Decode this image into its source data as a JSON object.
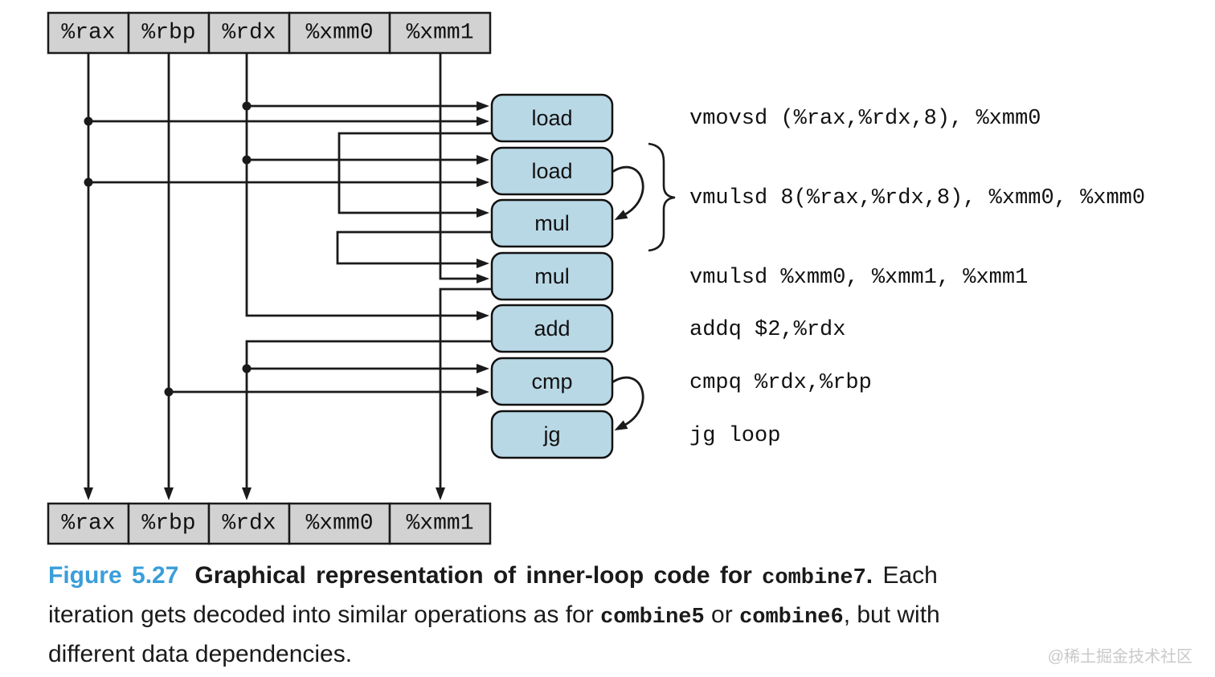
{
  "figure": {
    "top_registers": [
      "%rax",
      "%rbp",
      "%rdx",
      "%xmm0",
      "%xmm1"
    ],
    "bottom_registers": [
      "%rax",
      "%rbp",
      "%rdx",
      "%xmm0",
      "%xmm1"
    ],
    "operations": [
      "load",
      "load",
      "mul",
      "mul",
      "add",
      "cmp",
      "jg"
    ],
    "assembly": [
      "vmovsd (%rax,%rdx,8), %xmm0",
      "vmulsd 8(%rax,%rdx,8), %xmm0, %xmm0",
      "vmulsd %xmm0, %xmm1, %xmm1",
      "addq $2,%rdx",
      "cmpq %rdx,%rbp",
      "jg loop"
    ],
    "colors": {
      "operation_box_fill": "#b9d8e6",
      "register_fill": "#d2d2d2",
      "line": "#1a1a1a",
      "caption_label_blue": "#3a9ed9"
    }
  },
  "caption": {
    "label": "Figure 5.27",
    "title": "Graphical representation of inner-loop code for",
    "title_code": "combine7",
    "title_period": ".",
    "body_line1_end": "Each",
    "body_line2_start": "iteration gets decoded into similar operations as for",
    "body_code_a": "combine5",
    "body_conj": "or",
    "body_code_b": "combine6",
    "body_line2_end": ", but with",
    "body_line3": "different data dependencies."
  },
  "watermark": "@稀土掘金技术社区"
}
